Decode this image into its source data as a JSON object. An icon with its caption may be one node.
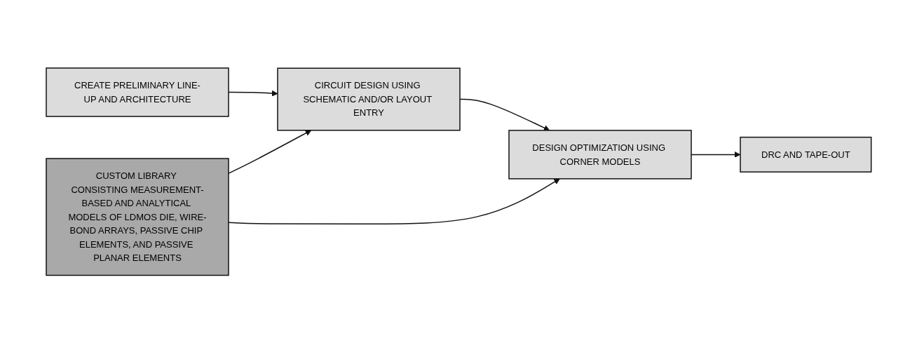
{
  "diagram": {
    "nodes": [
      {
        "text": [
          "CREATE PRELIMINARY LINE-UP AND ARCHITECTURE"
        ]
      },
      {
        "text": [
          "CIRCUIT DESIGN USING SCHEMATIC AND/OR LAYOUT ENTRY"
        ]
      },
      {
        "text": [
          "DESIGN OPTIMIZATION USING CORNER MODELS"
        ]
      },
      {
        "text": [
          "DRC AND TAPE-OUT"
        ]
      },
      {
        "text": [
          "CUSTOM LIBRARY CONSISTING MEASUREMENT-BASED AND ANALYTICAL MODELS OF LDMOS DIE, WIRE-BOND ARRAYS, PASSIVE CHIP ELEMENTS, AND PASSIVE PLANAR ELEMENTS"
        ]
      }
    ],
    "edges": [
      {
        "from": 0,
        "to": 1,
        "arrow": "to"
      },
      {
        "from": 1,
        "to": 2,
        "arrow": "to"
      },
      {
        "from": 2,
        "to": 3,
        "arrow": "to"
      },
      {
        "from": 4,
        "to": 1,
        "arrow": "to"
      },
      {
        "from": 4,
        "to": 2,
        "arrow": "to"
      }
    ]
  }
}
